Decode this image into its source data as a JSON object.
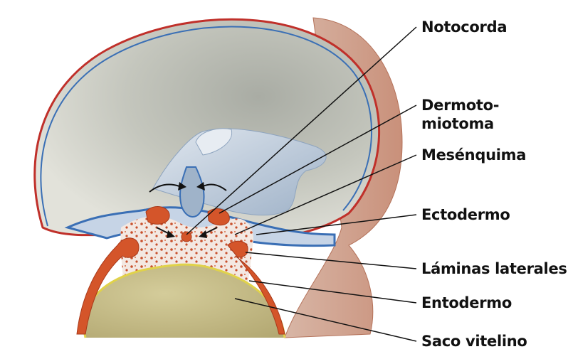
{
  "labels": {
    "notocorda": "Notocorda",
    "dermotomiotoma_line1": "Dermoto-",
    "dermotomiotoma_line2": "miotoma",
    "mesenquima": "Mesénquima",
    "ectodermo": "Ectodermo",
    "laminas_laterales": "Láminas laterales",
    "entodermo": "Entodermo",
    "saco_vitelino": "Saco vitelino"
  },
  "colors": {
    "ectoderm_blue": "#3a6fb5",
    "outer_red": "#c0302a",
    "mesoderm_orange": "#d4552a",
    "yolk_sac": "#c9c08a",
    "endoderm_yellow": "#e0d24a",
    "amniotic_grey": "#c8c8c0",
    "side_skin": "#d9a890"
  }
}
